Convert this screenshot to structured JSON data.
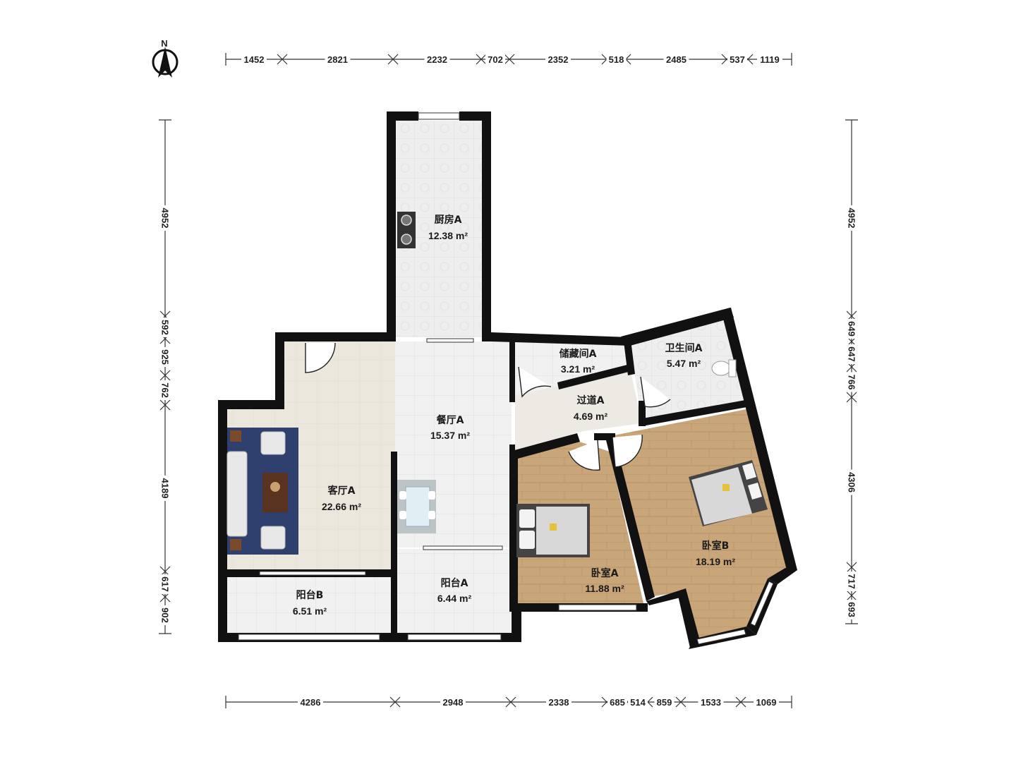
{
  "compass": {
    "label": "N"
  },
  "dimensions": {
    "top": [
      "1452",
      "2821",
      "2232",
      "702",
      "2352",
      "518",
      "2485",
      "537",
      "1119"
    ],
    "bottom": [
      "4286",
      "2948",
      "2338",
      "685",
      "514",
      "859",
      "1533",
      "1069"
    ],
    "left": [
      "4952",
      "592",
      "925",
      "762",
      "4189",
      "617",
      "902"
    ],
    "right": [
      "4952",
      "649",
      "647",
      "766",
      "4306",
      "717",
      "693"
    ]
  },
  "rooms": {
    "kitchen": {
      "name": "厨房A",
      "area": "12.38 m²"
    },
    "dining": {
      "name": "餐厅A",
      "area": "15.37 m²"
    },
    "living": {
      "name": "客厅A",
      "area": "22.66 m²"
    },
    "storage": {
      "name": "储藏间A",
      "area": "3.21 m²"
    },
    "bathroom": {
      "name": "卫生间A",
      "area": "5.47 m²"
    },
    "corridor": {
      "name": "过道A",
      "area": "4.69 m²"
    },
    "bedroom_a": {
      "name": "卧室A",
      "area": "11.88 m²"
    },
    "bedroom_b": {
      "name": "卧室B",
      "area": "18.19 m²"
    },
    "balcony_a": {
      "name": "阳台A",
      "area": "6.44 m²"
    },
    "balcony_b": {
      "name": "阳台B",
      "area": "6.51 m²"
    }
  },
  "colors": {
    "wall": "#111111",
    "wood": "#c9a67a",
    "tile": "#eeeeee",
    "carpet": "#2f3f6e",
    "living_floor": "#ece7dd"
  }
}
